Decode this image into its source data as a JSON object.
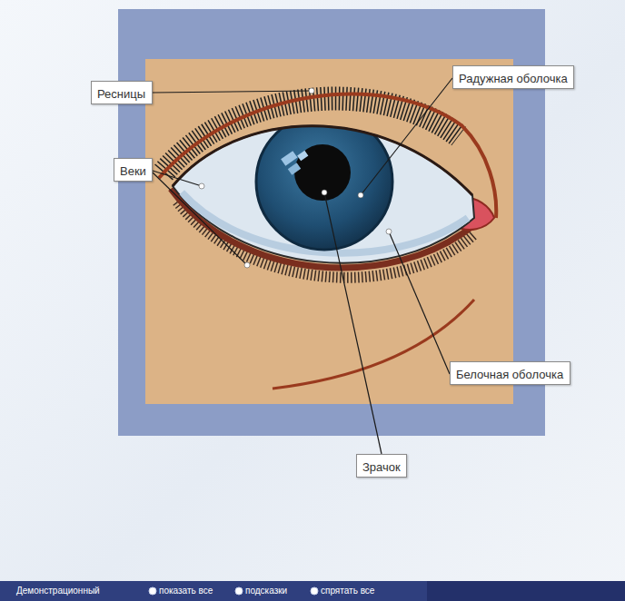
{
  "diagram": {
    "nodes": [
      {
        "text": [
          "Ресницы"
        ]
      },
      {
        "text": [
          "Веки"
        ]
      },
      {
        "text": [
          "Радужная оболочка"
        ]
      },
      {
        "text": [
          "Белочная оболочка"
        ]
      },
      {
        "text": [
          "Зрачок"
        ]
      }
    ],
    "labels": [
      "Демонстрационный",
      "показать все",
      "подсказки",
      "спрятать все"
    ]
  }
}
